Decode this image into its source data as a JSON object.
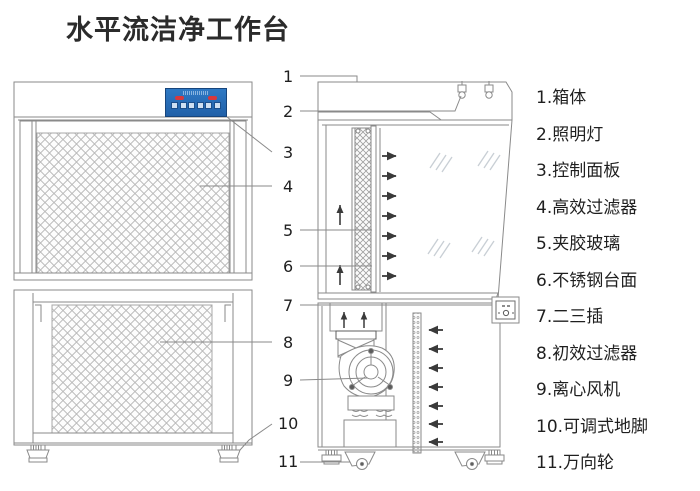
{
  "title": "水平流洁净工作台",
  "legend": {
    "items": [
      {
        "num": "1.",
        "label": "箱体"
      },
      {
        "num": "2.",
        "label": "照明灯"
      },
      {
        "num": "3.",
        "label": "控制面板"
      },
      {
        "num": "4.",
        "label": "高效过滤器"
      },
      {
        "num": "5.",
        "label": "夹胶玻璃"
      },
      {
        "num": "6.",
        "label": "不锈钢台面"
      },
      {
        "num": "7.",
        "label": "二三插"
      },
      {
        "num": "8.",
        "label": "初效过滤器"
      },
      {
        "num": "9.",
        "label": "离心风机"
      },
      {
        "num": "10.",
        "label": "可调式地脚"
      },
      {
        "num": "11.",
        "label": "万向轮"
      }
    ]
  },
  "callouts": [
    {
      "id": "1",
      "text": "1"
    },
    {
      "id": "2",
      "text": "2"
    },
    {
      "id": "3",
      "text": "3"
    },
    {
      "id": "4",
      "text": "4"
    },
    {
      "id": "5",
      "text": "5"
    },
    {
      "id": "6",
      "text": "6"
    },
    {
      "id": "7",
      "text": "7"
    },
    {
      "id": "8",
      "text": "8"
    },
    {
      "id": "9",
      "text": "9"
    },
    {
      "id": "10",
      "text": "10"
    },
    {
      "id": "11",
      "text": "11"
    }
  ],
  "colors": {
    "line": "#8a8a8a",
    "line_dark": "#5c5c5c",
    "panel_blue": "#2f79c4",
    "panel_blue_dark": "#17457c",
    "indicator_red": "#d8383c",
    "mesh": "#b4b4b4",
    "glass": "#cfd6dc",
    "arrow": "#3a3a3a",
    "background": "#ffffff"
  },
  "views": {
    "front": {
      "name": "front-elevation",
      "parts": [
        "cabinet-body",
        "control-panel",
        "hepa-mesh-panel",
        "prefilter-mesh-panel",
        "adjustable-foot-left",
        "adjustable-foot-right"
      ]
    },
    "section": {
      "name": "side-section",
      "parts": [
        "cabinet-shell",
        "lamp-fixture-1",
        "lamp-fixture-2",
        "hepa-filter",
        "glass-panel",
        "worktop",
        "centrifugal-fan",
        "prefilter",
        "power-socket",
        "caster-left",
        "caster-right",
        "foot-left",
        "foot-right"
      ],
      "airflow_arrows_upper": 7,
      "airflow_arrows_lower": 7
    }
  }
}
